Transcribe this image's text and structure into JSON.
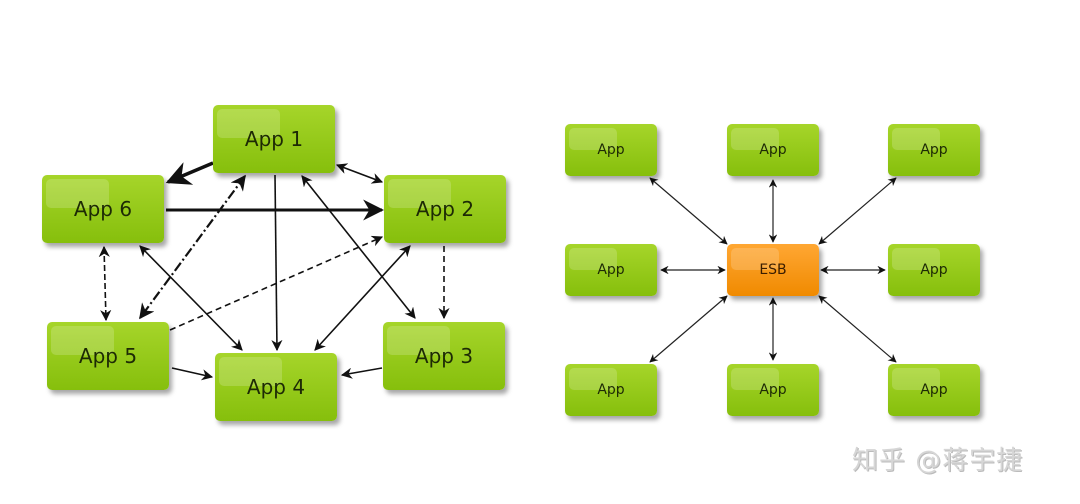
{
  "left_diagram": {
    "apps": [
      "App 1",
      "App 2",
      "App 3",
      "App 4",
      "App 5",
      "App 6"
    ]
  },
  "right_diagram": {
    "hub": "ESB",
    "app_label": "App"
  },
  "watermark": "知乎 @蒋宇捷",
  "colors": {
    "app_green": "#95c91a",
    "esb_orange": "#f59511"
  }
}
